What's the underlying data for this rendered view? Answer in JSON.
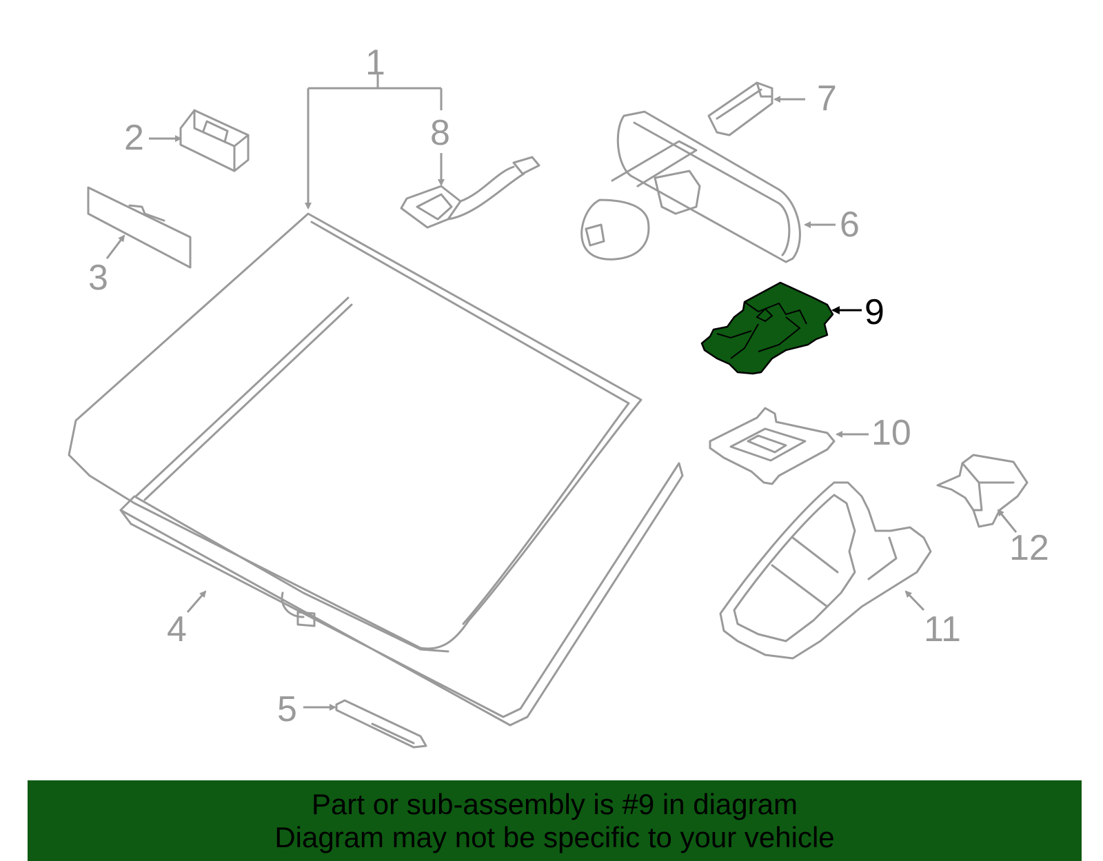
{
  "colors": {
    "highlight": "#0e5a12",
    "line": "#9a9a9a",
    "banner_bg": "#0e5a12",
    "banner_text": "#000000"
  },
  "callouts": {
    "c1": "1",
    "c2": "2",
    "c3": "3",
    "c4": "4",
    "c5": "5",
    "c6": "6",
    "c7": "7",
    "c8": "8",
    "c9": "9",
    "c10": "10",
    "c11": "11",
    "c12": "12"
  },
  "banner": {
    "line1": "Part or sub-assembly is #9 in diagram",
    "line2": "Diagram may not be specific to your vehicle"
  }
}
